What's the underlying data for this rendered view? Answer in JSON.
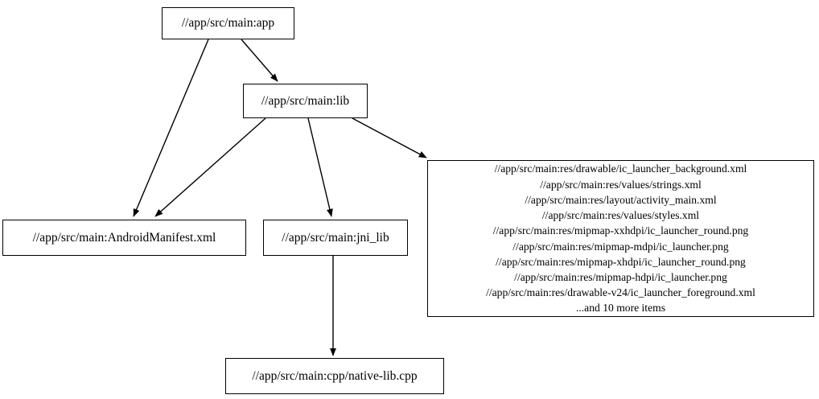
{
  "graph": {
    "type": "directed-dependency-graph",
    "background_color": "#ffffff",
    "line_color": "#000000",
    "nodes": [
      {
        "id": "app",
        "label": "//app/src/main:app"
      },
      {
        "id": "lib",
        "label": "//app/src/main:lib"
      },
      {
        "id": "manifest",
        "label": "//app/src/main:AndroidManifest.xml"
      },
      {
        "id": "jni_lib",
        "label": "//app/src/main:jni_lib"
      },
      {
        "id": "resources",
        "label": "//app/src/main:res/drawable/ic_launcher_background.xml\n//app/src/main:res/values/strings.xml\n//app/src/main:res/layout/activity_main.xml\n//app/src/main:res/values/styles.xml\n//app/src/main:res/mipmap-xxhdpi/ic_launcher_round.png\n//app/src/main:res/mipmap-mdpi/ic_launcher.png\n//app/src/main:res/mipmap-xhdpi/ic_launcher_round.png\n//app/src/main:res/mipmap-hdpi/ic_launcher.png\n//app/src/main:res/drawable-v24/ic_launcher_foreground.xml\n...and 10 more items",
        "lines": [
          "//app/src/main:res/drawable/ic_launcher_background.xml",
          "//app/src/main:res/values/strings.xml",
          "//app/src/main:res/layout/activity_main.xml",
          "//app/src/main:res/values/styles.xml",
          "//app/src/main:res/mipmap-xxhdpi/ic_launcher_round.png",
          "//app/src/main:res/mipmap-mdpi/ic_launcher.png",
          "//app/src/main:res/mipmap-xhdpi/ic_launcher_round.png",
          "//app/src/main:res/mipmap-hdpi/ic_launcher.png",
          "//app/src/main:res/drawable-v24/ic_launcher_foreground.xml",
          "...and 10 more items"
        ]
      },
      {
        "id": "native_lib",
        "label": "//app/src/main:cpp/native-lib.cpp"
      }
    ],
    "edges": [
      {
        "from": "app",
        "to": "lib"
      },
      {
        "from": "app",
        "to": "manifest"
      },
      {
        "from": "lib",
        "to": "manifest"
      },
      {
        "from": "lib",
        "to": "jni_lib"
      },
      {
        "from": "lib",
        "to": "resources"
      },
      {
        "from": "jni_lib",
        "to": "native_lib"
      }
    ]
  }
}
